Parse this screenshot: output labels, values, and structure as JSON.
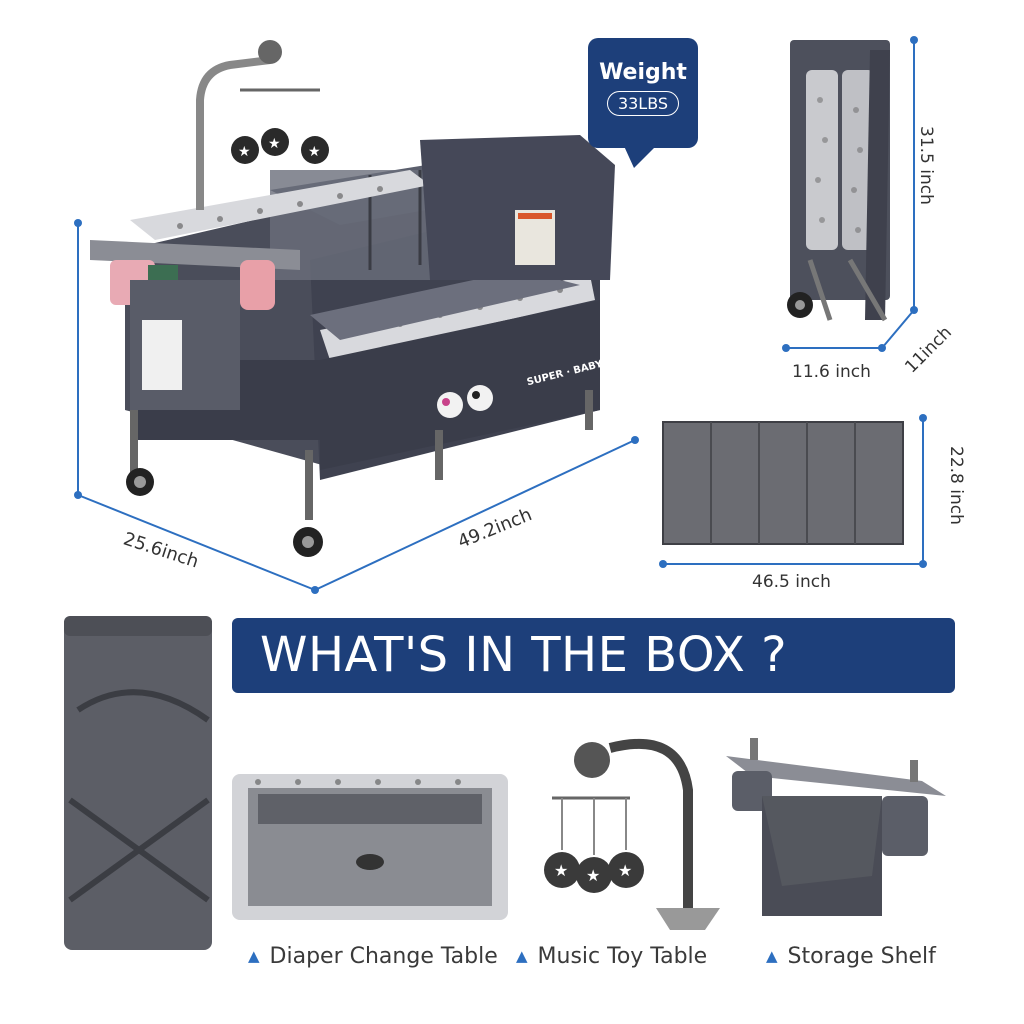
{
  "weight": {
    "title": "Weight",
    "value": "33LBS"
  },
  "dimensions": {
    "crib_height": "",
    "crib_width": "25.6inch",
    "crib_length": "49.2inch",
    "folded_height": "31.5 inch",
    "folded_width": "11.6 inch",
    "folded_depth": "11inch",
    "mattress_length": "46.5 inch",
    "mattress_width": "22.8 inch"
  },
  "banner": {
    "text": "WHAT'S IN THE BOX ?"
  },
  "crib_text": "SUPER · BABY",
  "items": [
    {
      "label": "Diaper Change Table"
    },
    {
      "label": "Music Toy Table"
    },
    {
      "label": "Storage Shelf"
    }
  ],
  "colors": {
    "brand_navy": "#1d3f7a",
    "dimension_blue": "#2d6fc0",
    "fabric_gray": "#5a5c66"
  }
}
